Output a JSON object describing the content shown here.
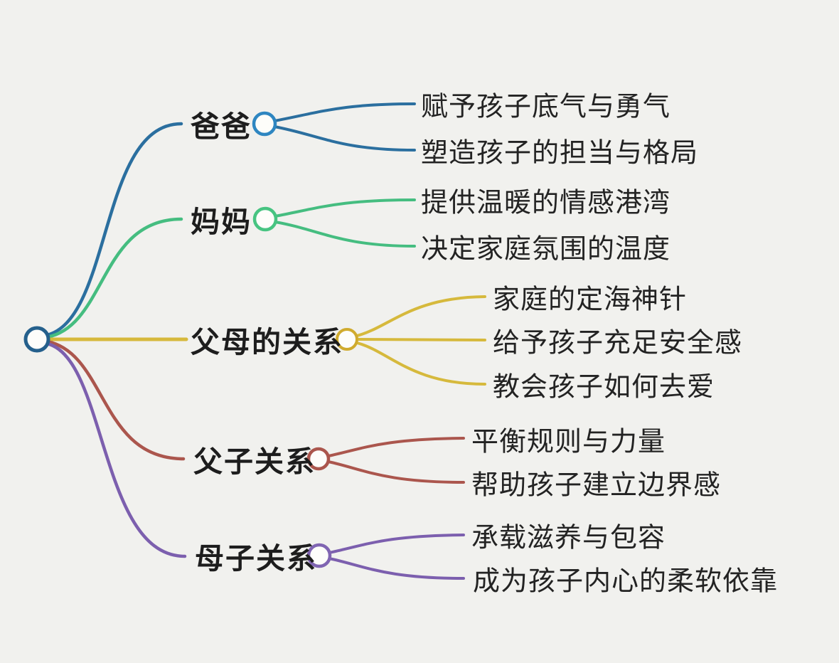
{
  "colors": {
    "background": "#f1f1ee",
    "text": "#1d1d1d",
    "node_fill": "#fdfdfa"
  },
  "root": {
    "color": "#25608c"
  },
  "branches": [
    {
      "label": "爸爸",
      "color": "#2b6f9f",
      "node_color": "#2e86c1",
      "leaves": [
        "赋予孩子底气与勇气",
        "塑造孩子的担当与格局"
      ]
    },
    {
      "label": "妈妈",
      "color": "#45bd80",
      "node_color": "#47c481",
      "leaves": [
        "提供温暖的情感港湾",
        "决定家庭氛围的温度"
      ]
    },
    {
      "label": "父母的关系",
      "color": "#d6b93c",
      "node_color": "#d0ab2e",
      "leaves": [
        "家庭的定海神针",
        "给予孩子充足安全感",
        "教会孩子如何去爱"
      ]
    },
    {
      "label": "父子关系",
      "color": "#ab564d",
      "node_color": "#ab564d",
      "leaves": [
        "平衡规则与力量",
        "帮助孩子建立边界感"
      ]
    },
    {
      "label": "母子关系",
      "color": "#7c5fae",
      "node_color": "#8065b2",
      "leaves": [
        "承载滋养与包容",
        "成为孩子内心的柔软依靠"
      ]
    }
  ]
}
